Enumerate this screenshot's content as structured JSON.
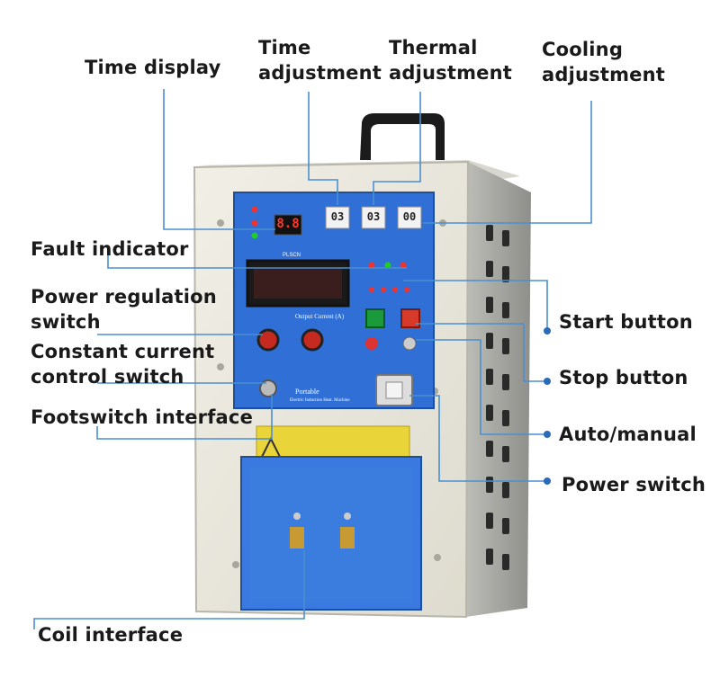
{
  "labels": {
    "time_display": "Time display",
    "time_adjustment": [
      "Time",
      "adjustment"
    ],
    "thermal_adjustment": [
      "Thermal",
      "adjustment"
    ],
    "cooling_adjustment": [
      "Cooling",
      "adjustment"
    ],
    "fault_indicator": "Fault indicator",
    "power_regulation": [
      "Power regulation",
      "switch"
    ],
    "constant_current": [
      "Constant current",
      "control switch"
    ],
    "footswitch": "Footswitch interface",
    "coil": "Coil interface",
    "start_button": "Start button",
    "stop_button": "Stop button",
    "auto_manual": "Auto/manual",
    "power_switch": "Power switch"
  },
  "panel": {
    "digit_display": "8.8",
    "counter_time": "03",
    "counter_thermal": "03",
    "counter_cooling": "00",
    "brand": "PLSCN",
    "product_name": "Portable",
    "product_subtitle": "Electric Induction Heat. Machine",
    "output_current": "Output Current (A)"
  },
  "colors": {
    "line": "#4a8fd0",
    "dot": "#2a6ab8",
    "panel_blue": "#2f6fd6",
    "case": "#e9e7dc"
  }
}
